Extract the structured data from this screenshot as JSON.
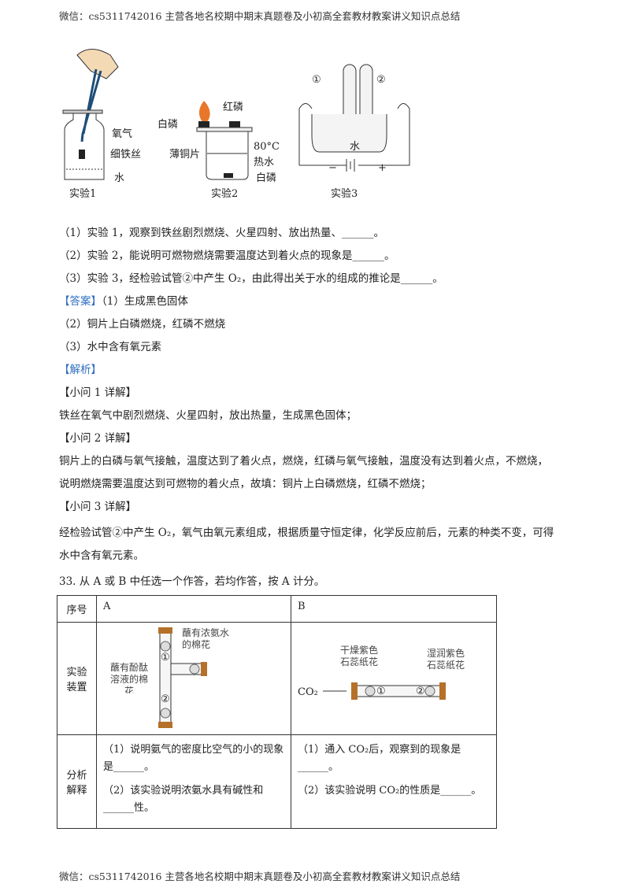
{
  "header": "微信：cs5311742016  主营各地名校期中期末真题卷及小初高全套教材教案讲义知识点总结",
  "footer": "微信：cs5311742016  主营各地名校期中期末真题卷及小初高全套教材教案讲义知识点总结",
  "figures": {
    "exp1": {
      "caption": "实验1",
      "labels": [
        "氧气",
        "细铁丝",
        "水"
      ]
    },
    "exp2": {
      "caption": "实验2",
      "labels": [
        "红磷",
        "白磷",
        "薄铜片",
        "80°C",
        "热水",
        "白磷"
      ]
    },
    "exp3": {
      "caption": "实验3",
      "labels": [
        "①",
        "②",
        "水",
        "−",
        "+"
      ]
    }
  },
  "questions": [
    "（1）实验 1，观察到铁丝剧烈燃烧、火星四射、放出热量、______。",
    "（2）实验 2，能说明可燃物燃烧需要温度达到着火点的现象是______。",
    "（3）实验 3，经检验试管②中产生 O₂，由此得出关于水的组成的推论是______。"
  ],
  "answer": {
    "tag": "【答案】",
    "lines": [
      "（1）生成黑色固体",
      "（2）铜片上白磷燃烧，红磷不燃烧",
      "（3）水中含有氧元素"
    ]
  },
  "analysis": {
    "tag": "【解析】",
    "lines": [
      "【小问 1 详解】",
      "铁丝在氧气中剧烈燃烧、火星四射，放出热量，生成黑色固体；",
      "【小问 2 详解】",
      "铜片上的白磷与氧气接触，温度达到了着火点，燃烧，红磷与氧气接触，温度没有达到着火点，不燃烧，",
      "说明燃烧需要温度达到可燃物的着火点，故填：铜片上白磷燃烧，红磷不燃烧；",
      "【小问 3 详解】",
      "经检验试管②中产生 O₂，氧气由氧元素组成，根据质量守恒定律，化学反应前后，元素的种类不变，可得",
      "水中含有氧元素。"
    ]
  },
  "q33": {
    "stem": "33. 从 A 或 B 中任选一个作答，若均作答，按 A 计分。",
    "table": {
      "headers": [
        "序号",
        "A",
        "B"
      ],
      "row_labels": [
        "实验装置",
        "分析解释"
      ],
      "figA_labels": [
        "蘸有浓氨水的棉花",
        "蘸有酚酞溶液的棉花",
        "①",
        "②"
      ],
      "figB_labels": [
        "干燥紫色石蕊纸花",
        "湿润紫色石蕊纸花",
        "CO₂",
        "①",
        "②"
      ],
      "A_analysis": [
        "（1）说明氨气的密度比空气的小的现象是______。",
        "（2）该实验说明浓氨水具有碱性和______性。"
      ],
      "B_analysis": [
        "（1）通入 CO₂后，观察到的现象是______。",
        "（2）该实验说明 CO₂的性质是______。"
      ]
    }
  }
}
